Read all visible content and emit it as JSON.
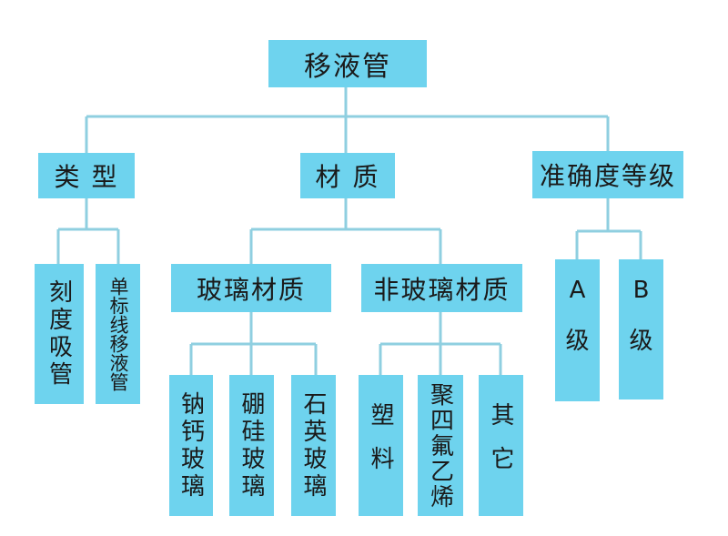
{
  "diagram": {
    "root": "移液管",
    "level1": {
      "type": "类 型",
      "material": "材 质",
      "accuracy": "准确度等级"
    },
    "type_children": {
      "graduated": "刻度吸管",
      "single_mark": "单标线移液管"
    },
    "material_children": {
      "glass": "玻璃材质",
      "non_glass": "非玻璃材质"
    },
    "glass_children": {
      "soda_lime": "钠钙玻璃",
      "borosilicate": "硼硅玻璃",
      "quartz": "石英玻璃"
    },
    "non_glass_children": {
      "plastic": "塑料",
      "ptfe": "聚四氟乙烯",
      "other": "其它"
    },
    "accuracy_children": {
      "a_letter": "A",
      "a_word": "级",
      "b_letter": "B",
      "b_word": "级"
    },
    "colors": {
      "box": "#6ed3ee",
      "line": "#8fcfe0",
      "text": "#1a1a1a"
    }
  }
}
